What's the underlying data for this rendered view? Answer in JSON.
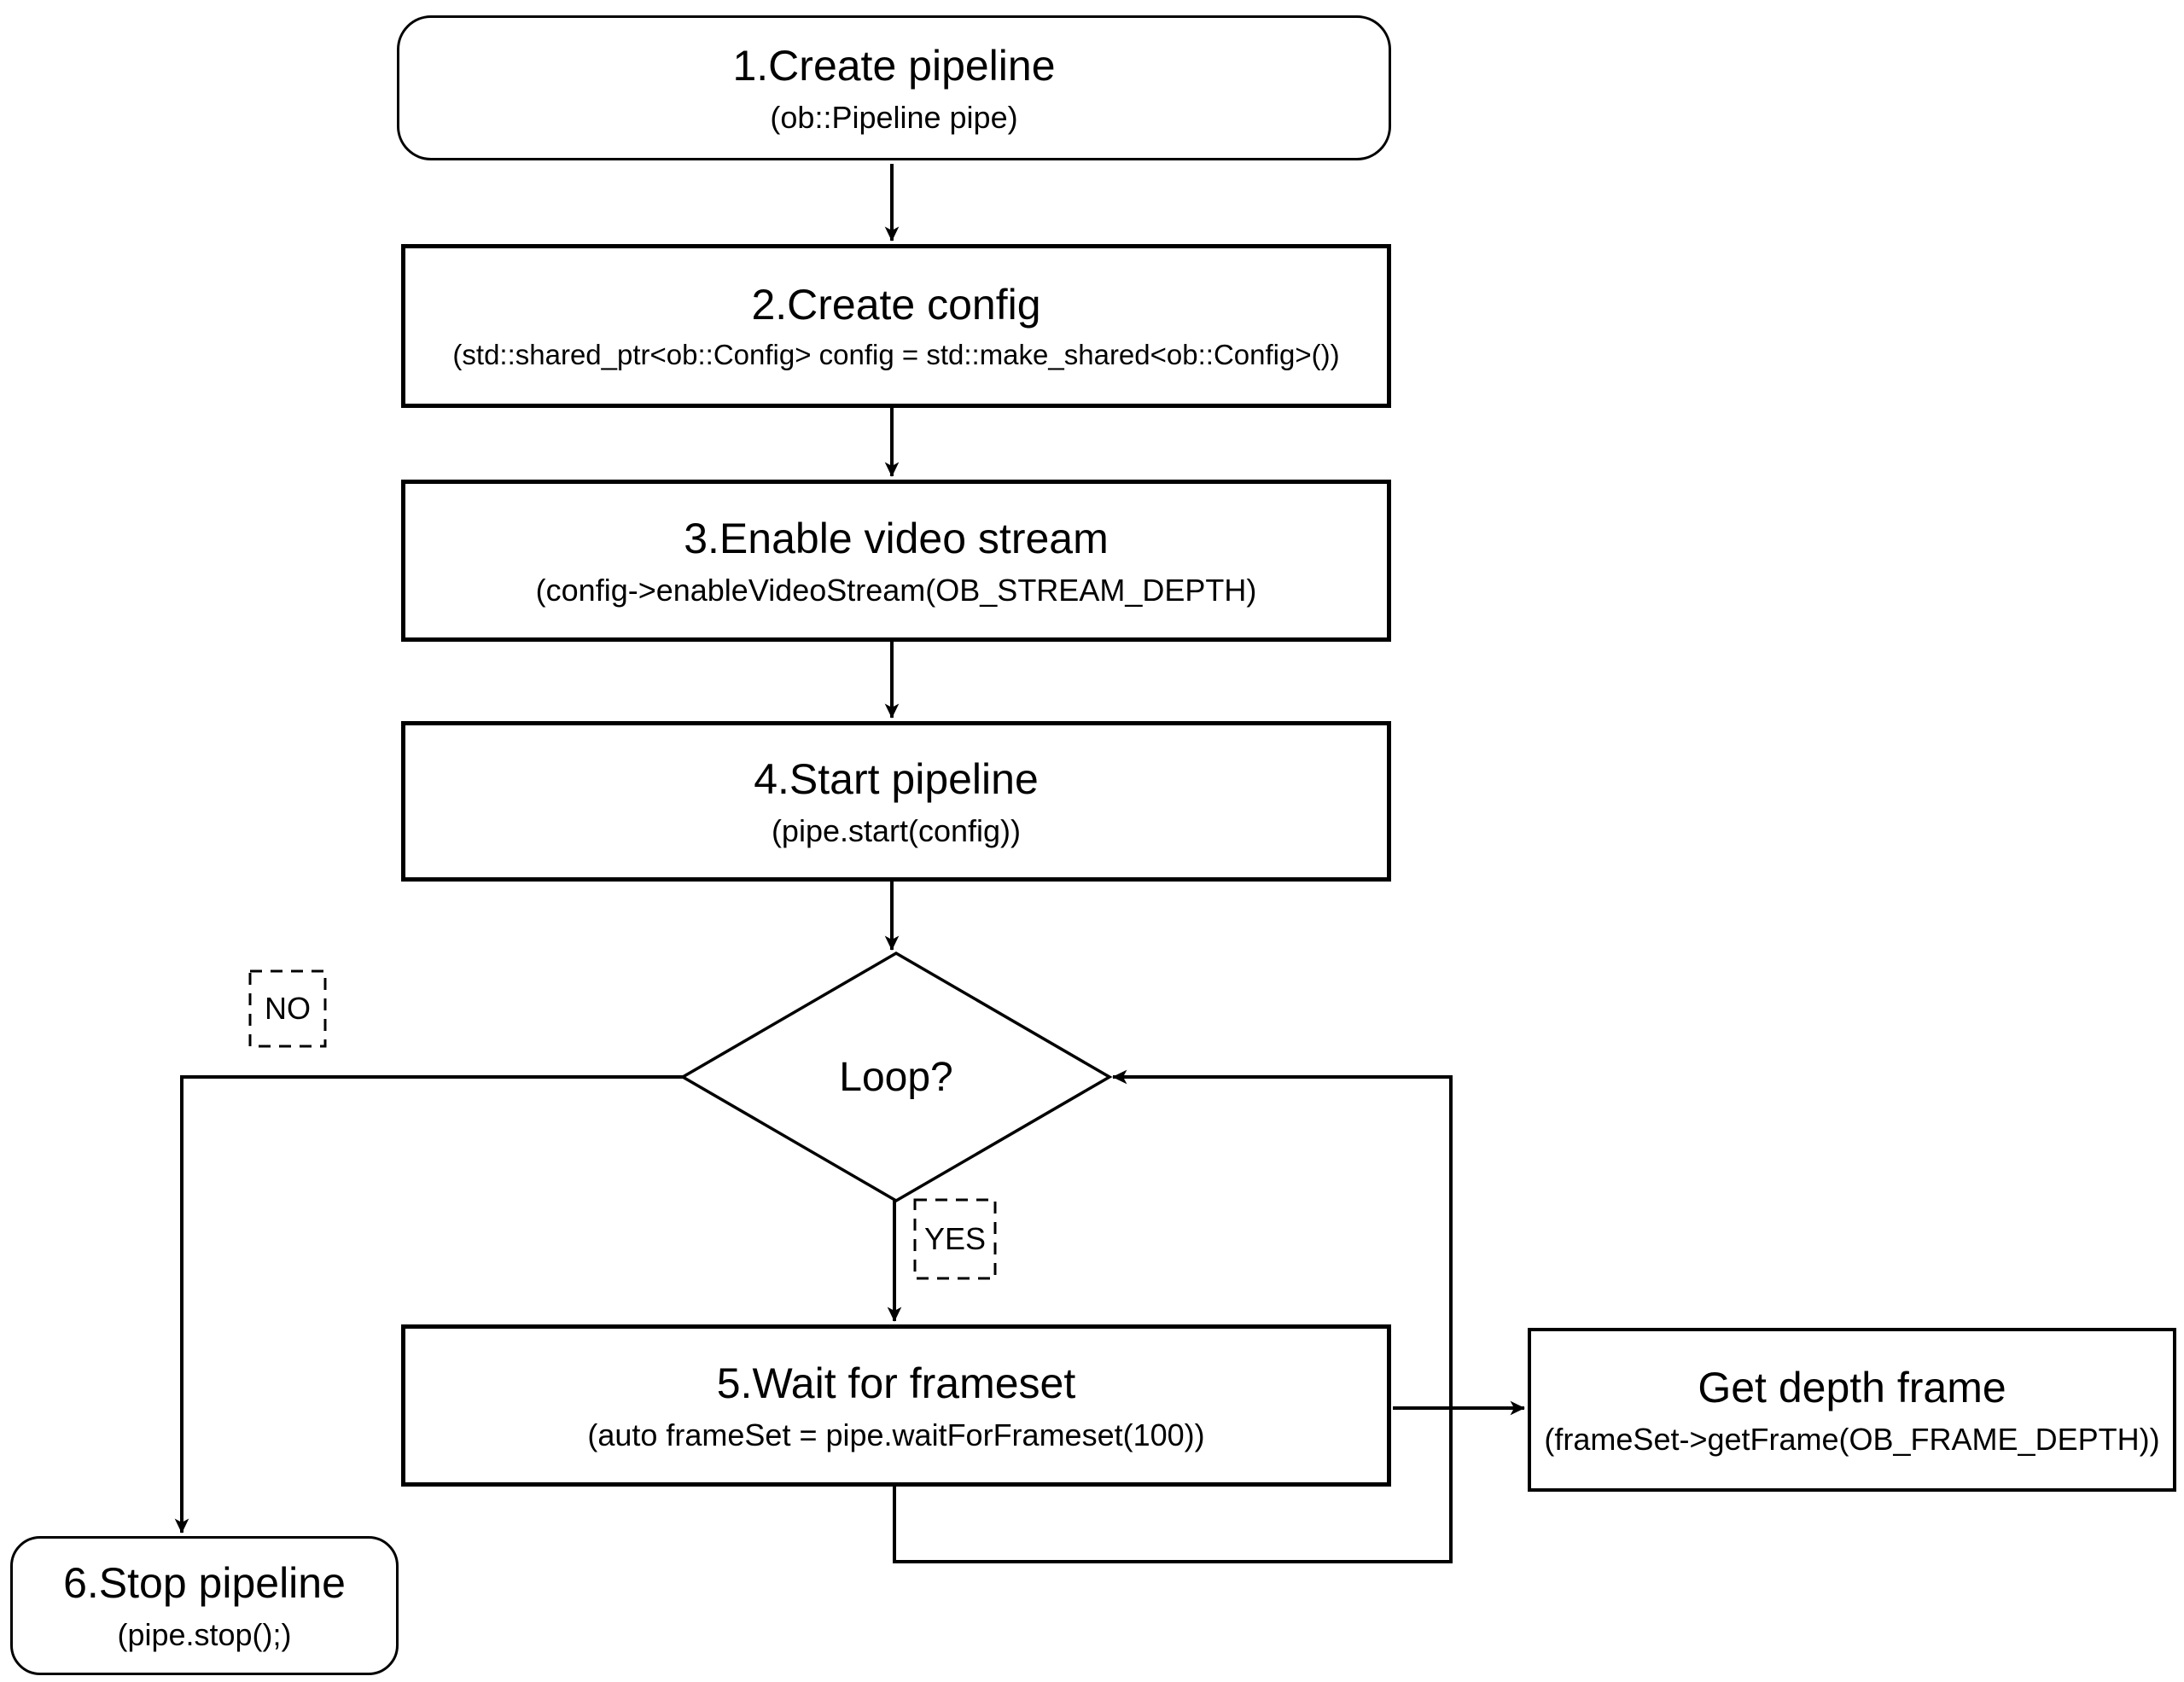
{
  "diagram": {
    "type": "flowchart",
    "colors": {
      "background": "#ffffff",
      "stroke": "#000000",
      "text": "#000000"
    },
    "nodes": {
      "create_pipeline": {
        "title": "1.Create pipeline",
        "subtitle": "(ob::Pipeline pipe)"
      },
      "create_config": {
        "title": "2.Create config",
        "subtitle": "(std::shared_ptr<ob::Config> config = std::make_shared<ob::Config>())"
      },
      "enable_video_stream": {
        "title": "3.Enable video stream",
        "subtitle": "(config->enableVideoStream(OB_STREAM_DEPTH)"
      },
      "start_pipeline": {
        "title": "4.Start pipeline",
        "subtitle": "(pipe.start(config))"
      },
      "loop_decision": {
        "label": "Loop?"
      },
      "wait_for_frameset": {
        "title": "5.Wait for frameset",
        "subtitle": "(auto frameSet = pipe.waitForFrameset(100))"
      },
      "get_depth_frame": {
        "title": "Get depth frame",
        "subtitle": "(frameSet->getFrame(OB_FRAME_DEPTH))"
      },
      "stop_pipeline": {
        "title": "6.Stop pipeline",
        "subtitle": "(pipe.stop();)"
      }
    },
    "edge_labels": {
      "no": "NO",
      "yes": "YES"
    }
  }
}
